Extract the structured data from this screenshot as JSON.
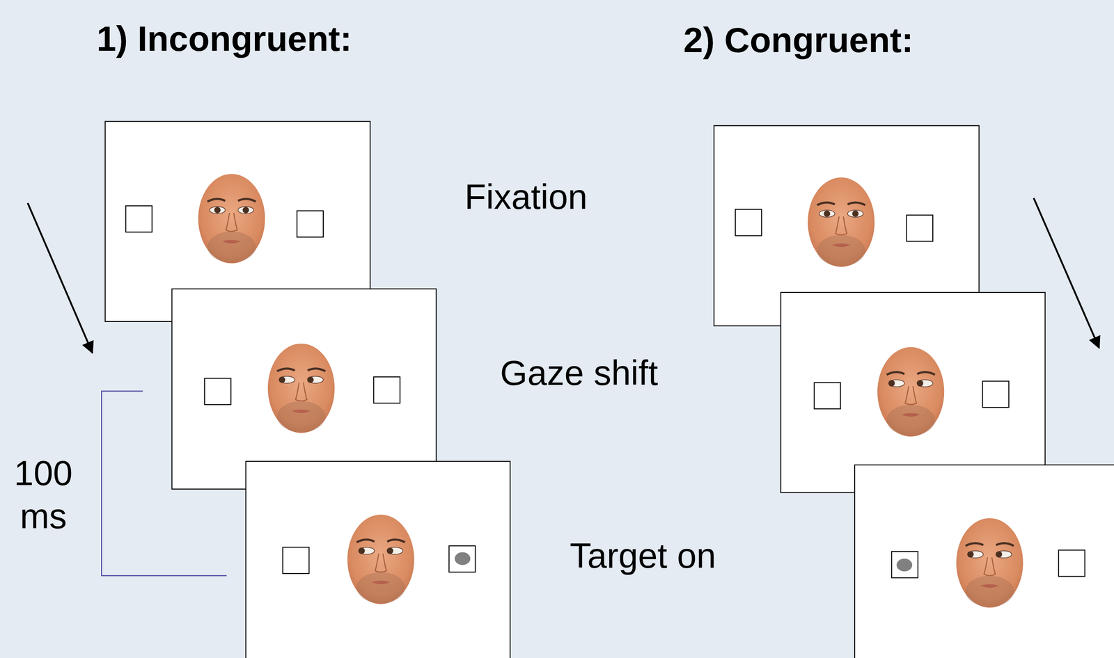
{
  "diagram": {
    "labels": [
      "1) Incongruent:",
      "2) Congruent:",
      "Fixation",
      "Gaze shift",
      "Target on",
      "100 ms"
    ]
  }
}
